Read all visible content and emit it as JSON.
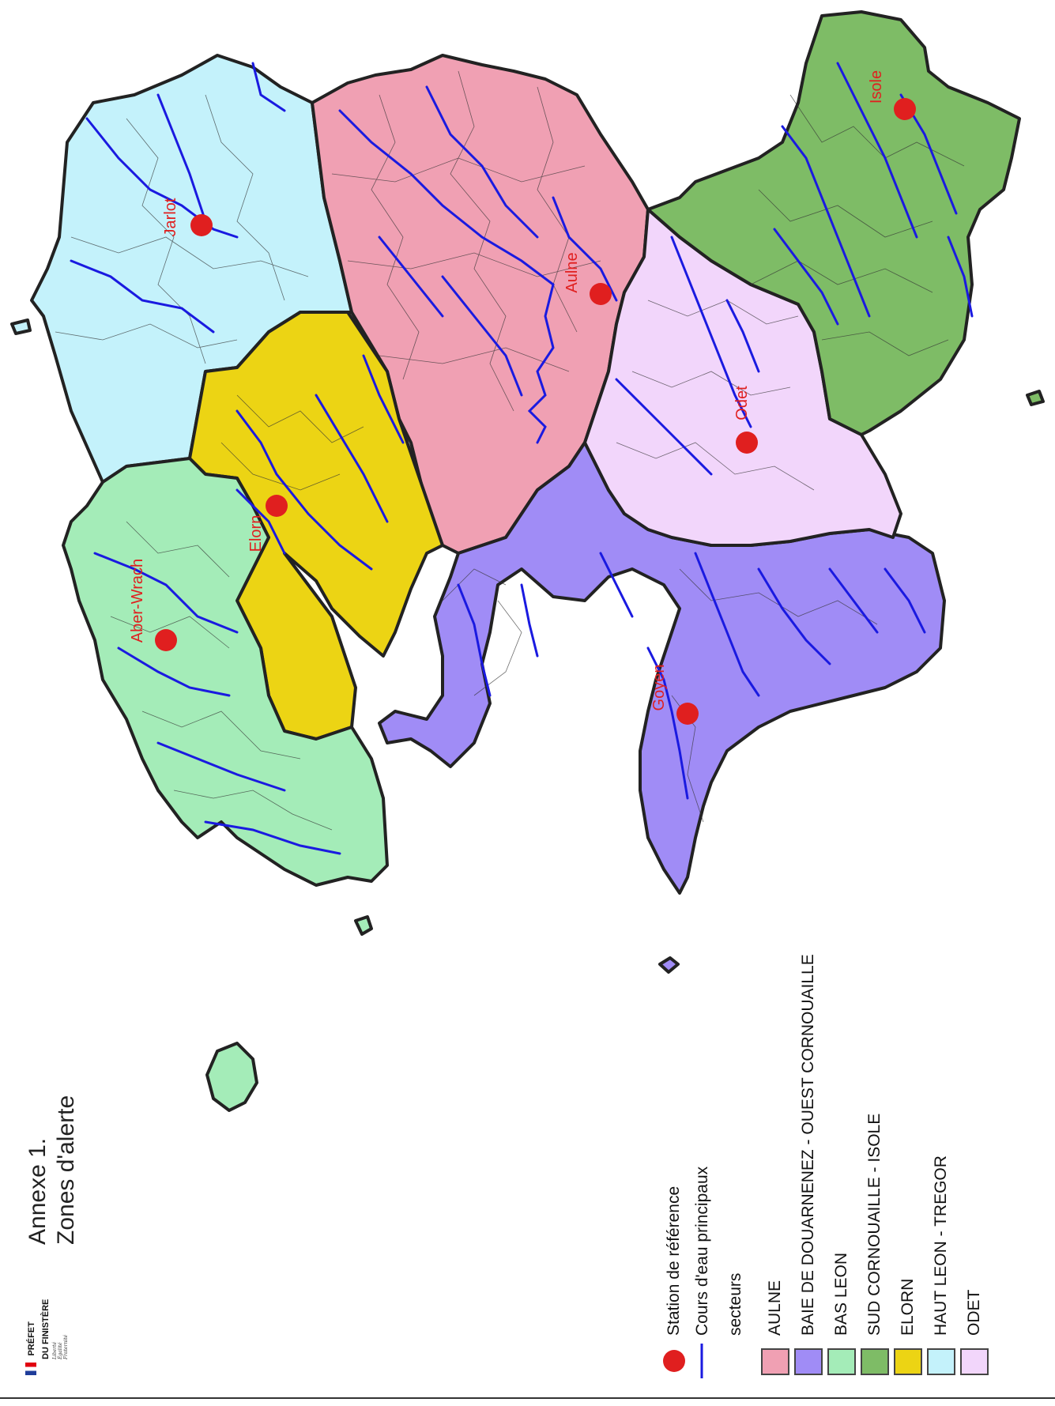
{
  "title": {
    "line1": "Annexe  1.",
    "line2": "Zones d'alerte"
  },
  "logo": {
    "line1": "PRÉFET",
    "line2": "DU FINISTÈRE",
    "motto": [
      "Liberté",
      "Égalité",
      "Fraternité"
    ]
  },
  "legend": {
    "station_label": "Station de référence",
    "river_label": "Cours d'eau principaux",
    "heading": "secteurs",
    "sectors": [
      {
        "label": "AULNE",
        "color": "#f0a0b3"
      },
      {
        "label": "BAIE DE DOUARNENEZ - OUEST CORNOUAILLE",
        "color": "#a08cf6"
      },
      {
        "label": "BAS LEON",
        "color": "#a4ecb8"
      },
      {
        "label": "SUD CORNOUAILLE - ISOLE",
        "color": "#7ebc66"
      },
      {
        "label": "ELORN",
        "color": "#ecd414"
      },
      {
        "label": "HAUT LEON - TREGOR",
        "color": "#c4f2fb"
      },
      {
        "label": "ODET",
        "color": "#f2d6fb"
      }
    ]
  },
  "stations": [
    {
      "name": "Isole"
    },
    {
      "name": "Jarlot"
    },
    {
      "name": "Aulne"
    },
    {
      "name": "Odet"
    },
    {
      "name": "Elorn"
    },
    {
      "name": "Aber-Wrach"
    },
    {
      "name": "Goyen"
    }
  ],
  "colors": {
    "station": "#e01f1f",
    "river": "#1a1ae0",
    "border": "#222222",
    "label": "#e01f1f"
  }
}
